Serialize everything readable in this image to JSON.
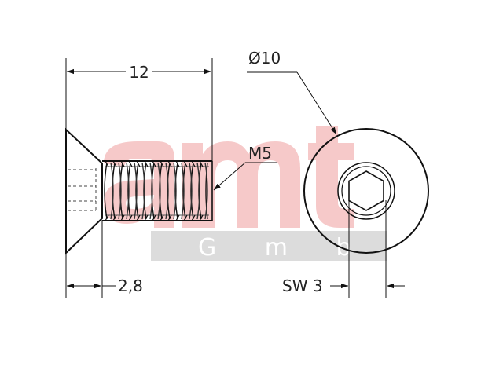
{
  "dimensions": {
    "length": "12",
    "head_diameter": "Ø10",
    "thread": "M5",
    "head_height": "2,8",
    "socket_size": "SW 3"
  },
  "watermark": {
    "logo": "amt",
    "subtitle": "G m b H",
    "logo_color": "#f6c9c9",
    "band_color": "#dcdcdc"
  },
  "colors": {
    "line": "#111111",
    "background": "#ffffff"
  }
}
